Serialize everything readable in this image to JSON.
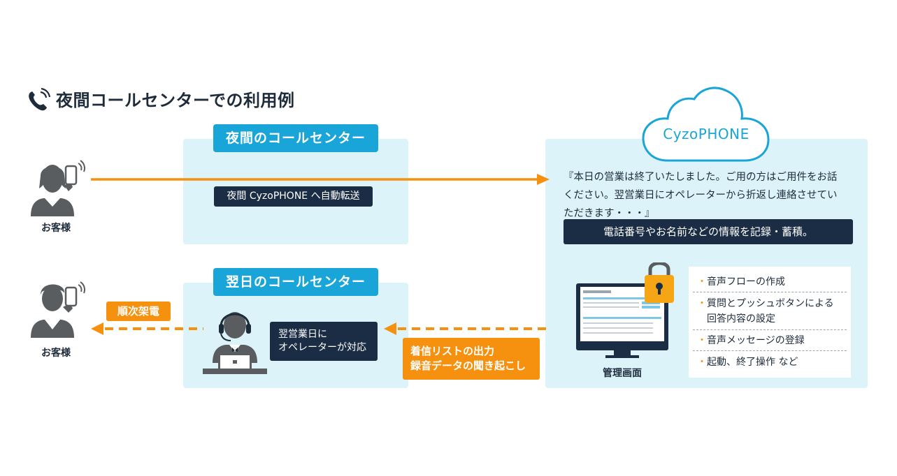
{
  "title": "夜間コールセンターでの利用例",
  "customer_label": "お客様",
  "night_center": {
    "label": "夜間のコールセンター",
    "transfer_text": "夜間 CyzoPHONE へ自動転送"
  },
  "next_day_center": {
    "label": "翌日のコールセンター",
    "operator_lines": [
      "翌営業日に",
      "オペレーターが対応"
    ]
  },
  "callback_label": "順次架電",
  "handoff_lines": [
    "着信リストの出力",
    "録音データの聞き起こし"
  ],
  "cyzophone": {
    "cloud_label": "CyzoPHONE",
    "message_lines": [
      "『本日の営業は終了いたしました。ご用の方はご用件をお話",
      "ください。翌営業日にオペレーターから折返し連絡させてい",
      "ただきます・・・』"
    ],
    "record_text": "電話番号やお名前などの情報を記録・蓄積。",
    "admin_label": "管理画面",
    "features": [
      [
        "音声フローの作成"
      ],
      [
        "質問とプッシュボタンによる",
        "回答内容の設定"
      ],
      [
        "音声メッセージの登録"
      ],
      [
        "起動、終了操作 など"
      ]
    ]
  },
  "colors": {
    "accent_blue": "#1aa5d8",
    "panel_bg": "#dcf3fa",
    "dark_navy": "#1b2d44",
    "orange": "#f6900f",
    "person_gray": "#5a5d60"
  }
}
